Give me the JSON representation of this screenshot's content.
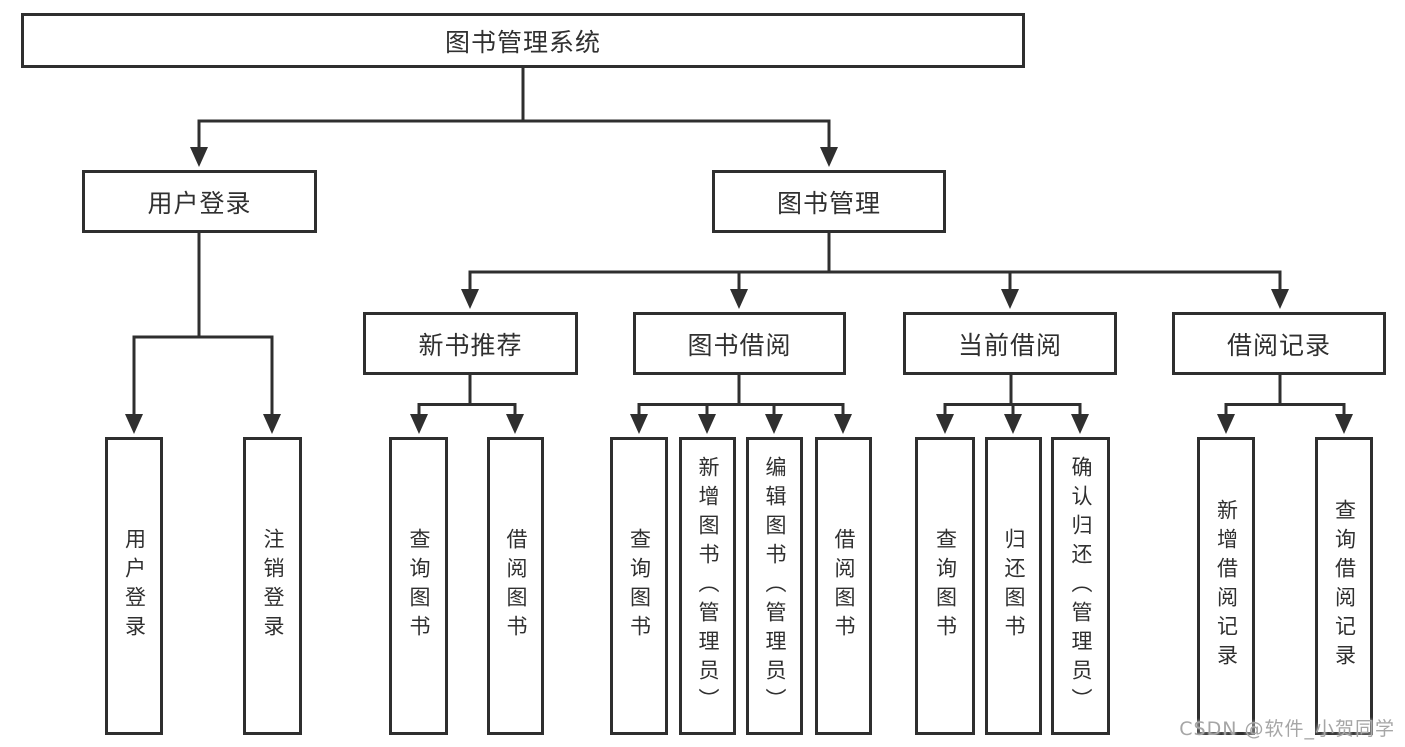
{
  "root": {
    "label": "图书管理系统"
  },
  "login": {
    "label": "用户登录",
    "children": [
      {
        "label": "用户登录"
      },
      {
        "label": "注销登录"
      }
    ]
  },
  "management": {
    "label": "图书管理",
    "groups": [
      {
        "label": "新书推荐",
        "children": [
          {
            "label": "查询图书"
          },
          {
            "label": "借阅图书"
          }
        ]
      },
      {
        "label": "图书借阅",
        "children": [
          {
            "label": "查询图书"
          },
          {
            "label": "新增图书（管理员）"
          },
          {
            "label": "编辑图书（管理员）"
          },
          {
            "label": "借阅图书"
          }
        ]
      },
      {
        "label": "当前借阅",
        "children": [
          {
            "label": "查询图书"
          },
          {
            "label": "归还图书"
          },
          {
            "label": "确认归还（管理员）"
          }
        ]
      },
      {
        "label": "借阅记录",
        "children": [
          {
            "label": "新增借阅记录"
          },
          {
            "label": "查询借阅记录"
          }
        ]
      }
    ]
  },
  "watermark": "CSDN @软件_小贺同学",
  "colors": {
    "line": "#2f2f2f",
    "text": "#303030",
    "background": "#ffffff",
    "watermark": "#a6a6a6"
  }
}
